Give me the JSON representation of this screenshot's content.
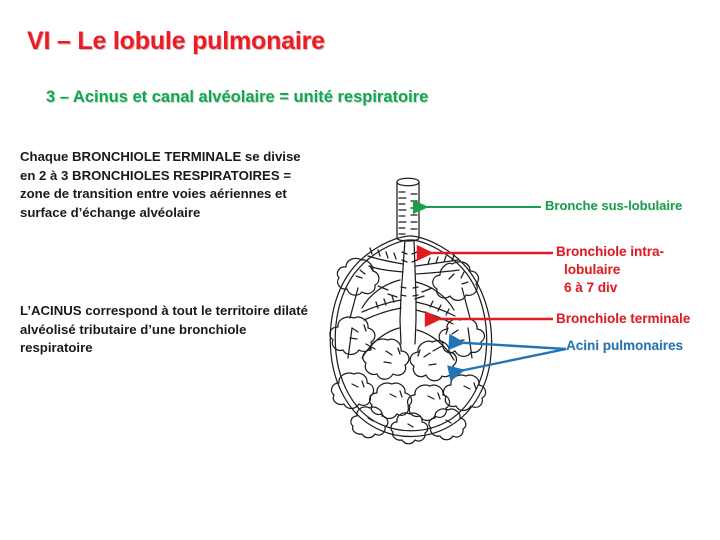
{
  "slide": {
    "title": "VI – Le lobule pulmonaire",
    "subtitle": "3 – Acinus et canal alvéolaire = unité respiratoire",
    "background_color": "#FFFFFF"
  },
  "colors": {
    "title_red": "#ED1C24",
    "subtitle_green": "#13A552",
    "label_green": "#1B9E4B",
    "label_red": "#E01B22",
    "label_blue": "#2175B5",
    "body_text": "#1A1A1A",
    "diagram_ink": "#1E1E20"
  },
  "body_text": {
    "paragraph_1": "Chaque BRONCHIOLE TERMINALE se divise en 2 à 3 BRONCHIOLES RESPIRATOIRES = zone de transition entre voies aériennes et surface d’échange alvéolaire",
    "paragraph_2": "L’ACINUS correspond à tout le territoire dilaté alvéolisé tributaire d’une bronchiole respiratoire"
  },
  "legend": {
    "items": [
      {
        "id": "bronche-sus-lobulaire",
        "text": "Bronche sus-lobulaire",
        "color": "#1B9E4B",
        "arrow": "green-arrow-left"
      },
      {
        "id": "bronchiole-intra-lobulaire",
        "line1": "Bronchiole intra-",
        "line2": "lobulaire",
        "line3": "6 à 7 div",
        "color": "#E01B22",
        "arrow": "red-arrow-left"
      },
      {
        "id": "bronchiole-terminale",
        "text": "Bronchiole terminale",
        "color": "#E01B22",
        "arrow": "red-arrow-left"
      },
      {
        "id": "acini-pulmonaires",
        "text": "Acini pulmonaires",
        "color": "#2175B5",
        "arrow": "blue-double-arrow-left"
      }
    ]
  },
  "figure": {
    "name": "pulmonary-lobule-drawing",
    "description": "Dessin au trait d’un lobule pulmonaire : bronche d’entrée, arborisation bronchiolaire et acini alvéolaires"
  }
}
